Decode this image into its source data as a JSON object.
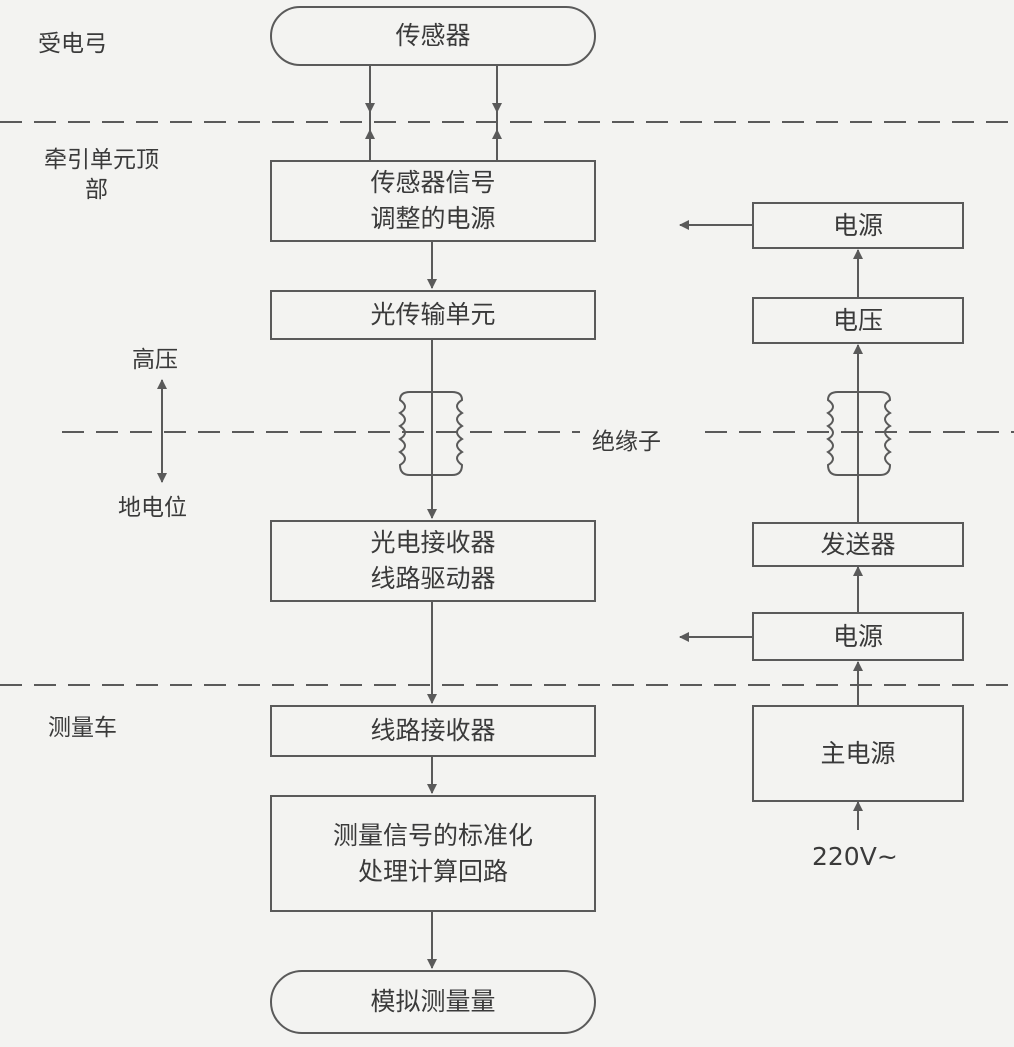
{
  "zones": {
    "pantograph": "受电弓",
    "traction_top_line1": "牵引单元顶",
    "traction_top_line2": "部",
    "high_voltage": "高压",
    "ground_potential": "地电位",
    "insulator": "绝缘子",
    "measuring_car": "测量车"
  },
  "left_column": {
    "sensor": "传感器",
    "conditioning_line1": "传感器信号",
    "conditioning_line2": "调整的电源",
    "optical_tx": "光传输单元",
    "receiver_line1": "光电接收器",
    "receiver_line2": "线路驱动器",
    "line_receiver": "线路接收器",
    "processing_line1": "测量信号的标准化",
    "processing_line2": "处理计算回路",
    "analog_output": "模拟测量量"
  },
  "right_column": {
    "power_top": "电源",
    "voltage": "电压",
    "transmitter": "发送器",
    "power_bottom": "电源",
    "main_power": "主电源",
    "input": "220V~"
  },
  "colors": {
    "line": "#5a5a5a",
    "background": "#f3f3f1"
  }
}
